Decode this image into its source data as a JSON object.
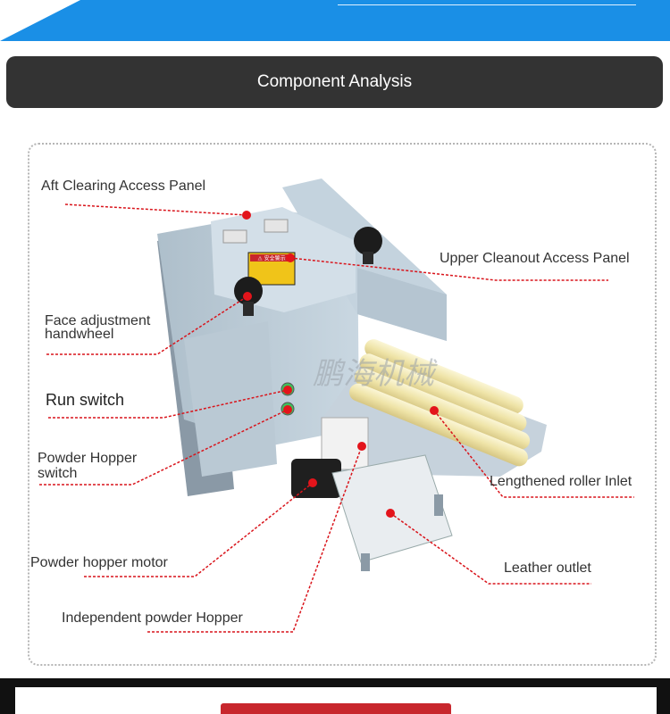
{
  "header": {
    "title": "Component Analysis"
  },
  "watermark": "鹏海机械",
  "warning_label": "⚠ 安全警示",
  "colors": {
    "accent_blue": "#1a8fe6",
    "title_bar": "#333333",
    "leader_red": "#d9141b",
    "bottom_band": "#111111"
  },
  "components": [
    {
      "id": "aft",
      "label": "Aft Clearing Access Panel"
    },
    {
      "id": "upper",
      "label": "Upper Cleanout Access Panel"
    },
    {
      "id": "face",
      "label": "Face adjustment\nhandwheel"
    },
    {
      "id": "run",
      "label": "Run switch"
    },
    {
      "id": "hopper-switch",
      "label": "Powder Hopper\nswitch"
    },
    {
      "id": "roller",
      "label": "Lengthened roller Inlet"
    },
    {
      "id": "motor",
      "label": "Powder hopper motor"
    },
    {
      "id": "leather",
      "label": "Leather outlet"
    },
    {
      "id": "independent",
      "label": "Independent powder Hopper"
    }
  ]
}
